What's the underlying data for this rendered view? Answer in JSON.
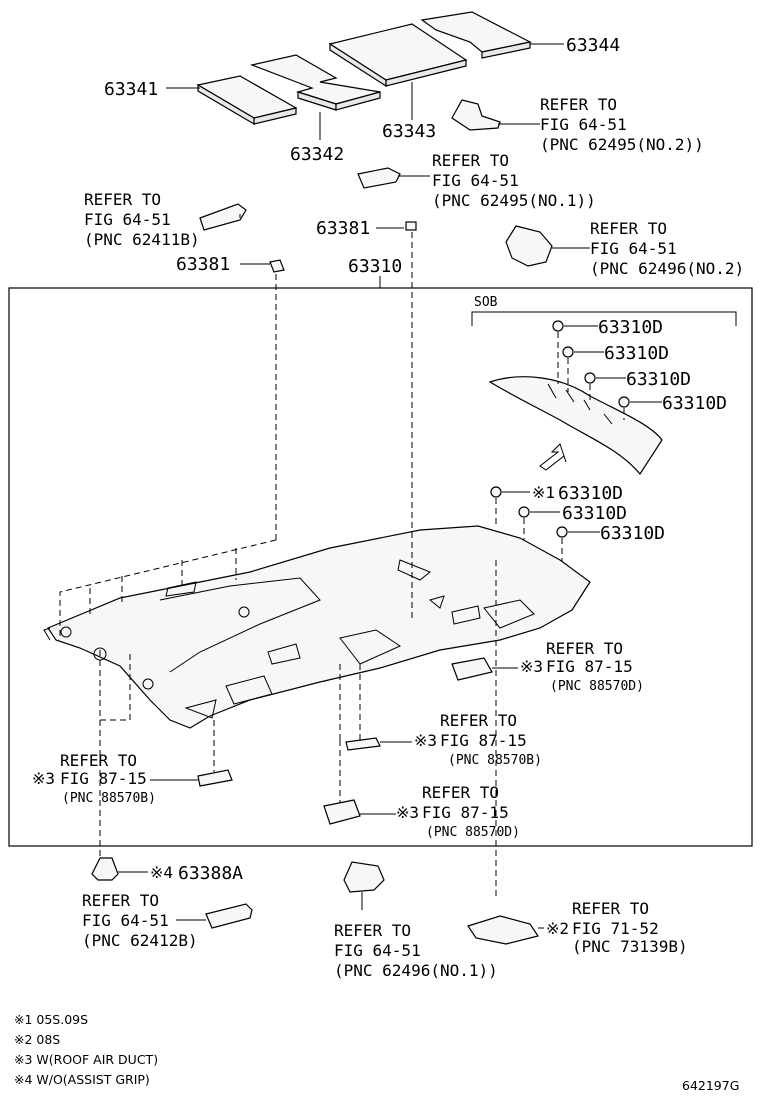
{
  "parts": {
    "p63341": "63341",
    "p63342": "63342",
    "p63343": "63343",
    "p63344": "63344",
    "p63381": "63381",
    "p63310": "63310",
    "p63310D": "63310D",
    "p63388A": "63388A"
  },
  "refs": {
    "refer_to": "REFER TO",
    "fig_64_51": "FIG 64-51",
    "fig_87_15": "FIG 87-15",
    "fig_71_52": "FIG 71-52",
    "pnc_62495_no2": "(PNC 62495(NO.2))",
    "pnc_62495_no1": "(PNC 62495(NO.1))",
    "pnc_62411b": "(PNC 62411B)",
    "pnc_62496_no2": "(PNC 62496(NO.2)",
    "pnc_88570d": "(PNC 88570D)",
    "pnc_88570b": "(PNC 88570B)",
    "pnc_62412b": "(PNC 62412B)",
    "pnc_62496_no1": "(PNC 62496(NO.1))",
    "pnc_73139b": "(PNC 73139B)"
  },
  "marks": {
    "m1": "※1",
    "m2": "※2",
    "m3": "※3",
    "m4": "※4"
  },
  "sob": "SOB",
  "notes": [
    "※1 05S.09S",
    "※2 08S",
    "※3 W(ROOF AIR DUCT)",
    "※4 W/O(ASSIST GRIP)"
  ],
  "figure_id": "642197G"
}
